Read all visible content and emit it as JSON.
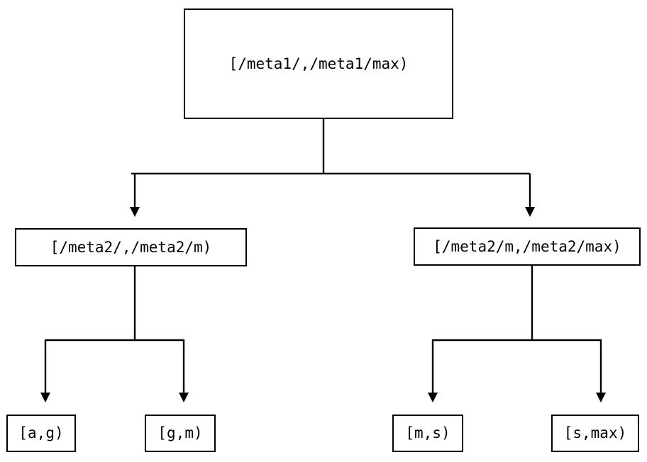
{
  "diagram": {
    "type": "tree",
    "title": "",
    "stroke_color": "#000000",
    "background_color": "#ffffff",
    "nodes": [
      {
        "id": "root",
        "label": "[/meta1/,/meta1/max)",
        "level": 0
      },
      {
        "id": "mid-left",
        "label": "[/meta2/,/meta2/m)",
        "level": 1
      },
      {
        "id": "mid-right",
        "label": "[/meta2/m,/meta2/max)",
        "level": 1
      },
      {
        "id": "leaf-ag",
        "label": "[a,g)",
        "level": 2
      },
      {
        "id": "leaf-gm",
        "label": "[g,m)",
        "level": 2
      },
      {
        "id": "leaf-ms",
        "label": "[m,s)",
        "level": 2
      },
      {
        "id": "leaf-smax",
        "label": "[s,max)",
        "level": 2
      }
    ],
    "edges": [
      {
        "from": "root",
        "to": "mid-left",
        "arrow": "down-triangle"
      },
      {
        "from": "root",
        "to": "mid-right",
        "arrow": "down-triangle"
      },
      {
        "from": "mid-left",
        "to": "leaf-ag",
        "arrow": "down-triangle"
      },
      {
        "from": "mid-left",
        "to": "leaf-gm",
        "arrow": "down-triangle"
      },
      {
        "from": "mid-right",
        "to": "leaf-ms",
        "arrow": "down-triangle"
      },
      {
        "from": "mid-right",
        "to": "leaf-smax",
        "arrow": "down-triangle"
      }
    ]
  }
}
